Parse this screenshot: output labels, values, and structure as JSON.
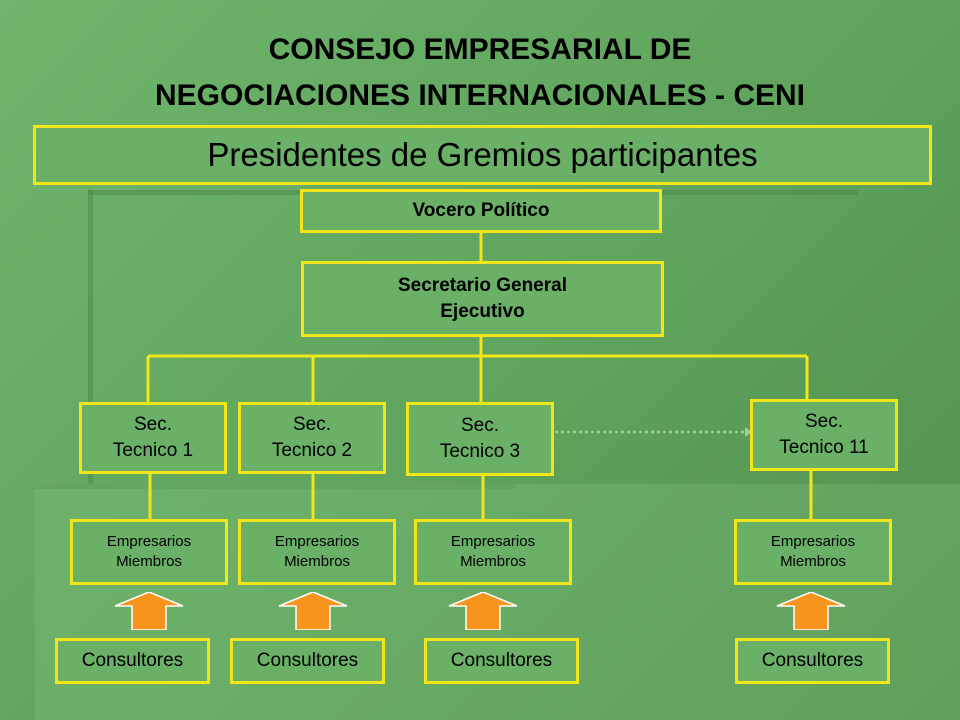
{
  "title_line1": "CONSEJO EMPRESARIAL DE",
  "title_line2": "NEGOCIACIONES INTERNACIONALES - CENI",
  "banner": "Presidentes de Gremios participantes",
  "vocero": "Vocero Político",
  "secretario_line1": "Secretario General",
  "secretario_line2": "Ejecutivo",
  "columns": [
    {
      "sec_line1": "Sec.",
      "sec_line2": "Tecnico 1",
      "emp_line1": "Empresarios",
      "emp_line2": "Miembros",
      "consultores": "Consultores"
    },
    {
      "sec_line1": "Sec.",
      "sec_line2": "Tecnico 2",
      "emp_line1": "Empresarios",
      "emp_line2": "Miembros",
      "consultores": "Consultores"
    },
    {
      "sec_line1": "Sec.",
      "sec_line2": "Tecnico 3",
      "emp_line1": "Empresarios",
      "emp_line2": "Miembros",
      "consultores": "Consultores"
    },
    {
      "sec_line1": "Sec.",
      "sec_line2": "Tecnico 11",
      "emp_line1": "Empresarios",
      "emp_line2": "Miembros",
      "consultores": "Consultores"
    }
  ],
  "colors": {
    "border": "#f2e51a",
    "box_fill": "#6ab067",
    "arrow": "#f7941d",
    "connector": "#f2e51a"
  }
}
